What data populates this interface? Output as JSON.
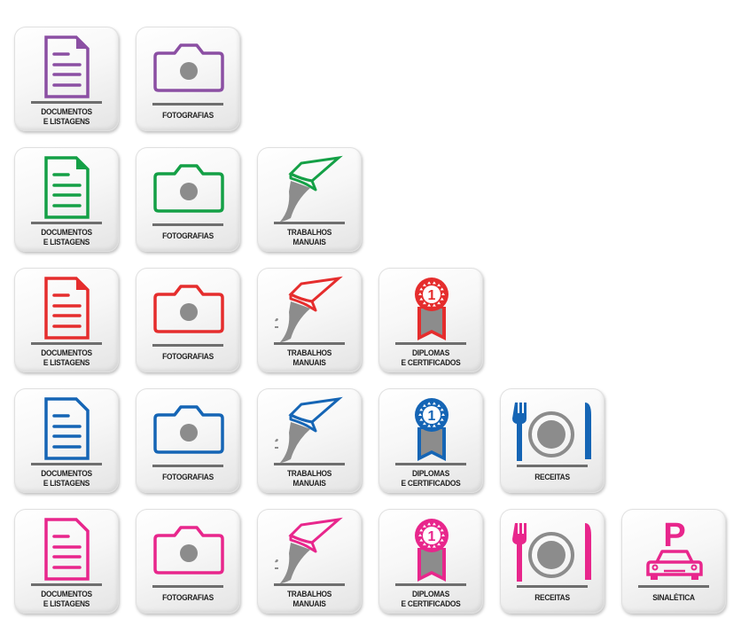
{
  "colors": {
    "purple": "#8b4fa3",
    "green": "#14a046",
    "red": "#e52d2d",
    "blue": "#1565b5",
    "pink": "#e8268c",
    "gray_icon": "#8c8c8c",
    "bar": "#6e6e6e"
  },
  "rows": [
    {
      "color": "purple",
      "tiles": [
        {
          "icon": "document-icon",
          "label1": "DOCUMENTOS",
          "label2": "E LISTAGENS"
        },
        {
          "icon": "camera-icon",
          "label1": "FOTOGRAFIAS",
          "label2": ""
        }
      ]
    },
    {
      "color": "green",
      "tiles": [
        {
          "icon": "document-icon",
          "label1": "DOCUMENTOS",
          "label2": "E LISTAGENS"
        },
        {
          "icon": "camera-icon",
          "label1": "FOTOGRAFIAS",
          "label2": ""
        },
        {
          "icon": "paintbrush-icon",
          "label1": "TRABALHOS",
          "label2": "MANUAIS"
        }
      ]
    },
    {
      "color": "red",
      "tiles": [
        {
          "icon": "document-icon",
          "label1": "DOCUMENTOS",
          "label2": "E LISTAGENS"
        },
        {
          "icon": "camera-icon",
          "label1": "FOTOGRAFIAS",
          "label2": ""
        },
        {
          "icon": "paintbrush-icon",
          "label1": "TRABALHOS",
          "label2": "MANUAIS"
        },
        {
          "icon": "medal-icon",
          "label1": "DIPLOMAS",
          "label2": "E CERTIFICADOS",
          "medal_number": "1"
        }
      ]
    },
    {
      "color": "blue",
      "tiles": [
        {
          "icon": "document-icon",
          "label1": "DOCUMENTOS",
          "label2": "E LISTAGENS"
        },
        {
          "icon": "camera-icon",
          "label1": "FOTOGRAFIAS",
          "label2": ""
        },
        {
          "icon": "paintbrush-icon",
          "label1": "TRABALHOS",
          "label2": "MANUAIS"
        },
        {
          "icon": "medal-icon",
          "label1": "DIPLOMAS",
          "label2": "E CERTIFICADOS",
          "medal_number": "1"
        },
        {
          "icon": "fork-plate-knife-icon",
          "label1": "RECEITAS",
          "label2": ""
        }
      ]
    },
    {
      "color": "pink",
      "tiles": [
        {
          "icon": "document-icon",
          "label1": "DOCUMENTOS",
          "label2": "E LISTAGENS"
        },
        {
          "icon": "camera-icon",
          "label1": "FOTOGRAFIAS",
          "label2": ""
        },
        {
          "icon": "paintbrush-icon",
          "label1": "TRABALHOS",
          "label2": "MANUAIS"
        },
        {
          "icon": "medal-icon",
          "label1": "DIPLOMAS",
          "label2": "E CERTIFICADOS",
          "medal_number": "1"
        },
        {
          "icon": "fork-plate-knife-icon",
          "label1": "RECEITAS",
          "label2": ""
        },
        {
          "icon": "parking-car-icon",
          "label1": "SINALÉTICA",
          "label2": "",
          "parking_letter": "P"
        }
      ]
    }
  ]
}
